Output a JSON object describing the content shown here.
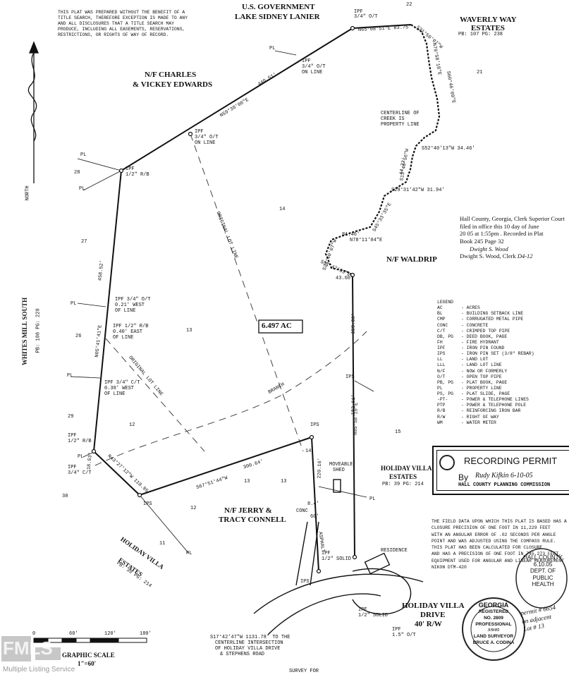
{
  "disclaimer": [
    "THIS PLAT WAS PREPARED WITHOUT THE BENEFIT OF A",
    "TITLE SEARCH, THEREFORE EXCEPTION IS MADE TO ANY",
    "AND ALL DISCLOSURES THAT A TITLE SEARCH MAY",
    "PRODUCE, INCLUDING ALL EASEMENTS, RESERVATIONS,",
    "RESTRICTIONS, OR RIGHTS OF WAY OF RECORD."
  ],
  "labels": {
    "us_gov": "U.S. GOVERNMENT",
    "lake": "LAKE SIDNEY LANIER",
    "edwards1": "N/F CHARLES",
    "edwards2": "& VICKEY EDWARDS",
    "waverly1": "WAVERLY WAY",
    "waverly2": "ESTATES",
    "waverly_pb": "PB: 107 PG: 238",
    "whites": "WHITES MILL SOUTH",
    "whites_pb": "PB: 108 PG: 220",
    "waldrip": "N/F WALDRIP",
    "area": "6.497 AC",
    "connell1": "N/F JERRY &",
    "connell2": "TRACY CONNELL",
    "hv_estates1": "HOLIDAY VILLA",
    "hv_estates2": "ESTATES",
    "hv_estates_pb": "PB: 39 PG: 214",
    "hv_left1": "HOLIDAY VILLA",
    "hv_left2": "ESTATES",
    "hv_left_pb": "PB: 39 PG: 214",
    "hv_drive1": "HOLIDAY VILLA",
    "hv_drive2": "DRIVE",
    "hv_drive3": "40' R/W",
    "centerline1": "CENTERLINE OF",
    "centerline2": "CREEK IS",
    "centerline3": "PROPERTY LINE",
    "original_lot_line": "ORIGINAL LOT LINE",
    "branch": "BRANCH",
    "moveable_shed1": "MOVEABLE",
    "moveable_shed2": "SHED",
    "residence": "RESIDENCE",
    "conc": "CONC",
    "asphalt": "ASPHALT",
    "intersection1": "S17°42'47\"W 1131.78' TO THE",
    "intersection2": "CENTERLINE INTERSECTION",
    "intersection3": "OF HOLIDAY VILLA DRIVE",
    "intersection4": "& STEPHENS ROAD",
    "survey_for": "SURVEY FOR",
    "north": "NORTH"
  },
  "bearings": {
    "north_line": "N59°30'00\"E",
    "north_dist": "440.51'",
    "top_line": "N65°08'51\"E 83.75'",
    "west_line": "N05°41'41\"E",
    "west_dist": "458.52'",
    "sw_line": "N43°27'12\"W 118.95'",
    "sw_short": "18.53'",
    "south_line": "S67°51'44\"W",
    "south_dist": "300.64'",
    "inner": "220.16'",
    "east1": "S29°31'42\"W 31.94'",
    "east2": "S52°40'13\"W 34.46'",
    "east3": "S13°40'56\"W",
    "east3_dist": "44.72'",
    "east4": "N78°11'04\"E",
    "east4_dist": "81.46'",
    "east_main": "N05°58'19\"E",
    "east_main_dist": "150.00'",
    "east_main2": "182.61'",
    "s24": "S24°40'07\"W",
    "s51": "S51°47'53\"E",
    "s51_dist": "43.60'",
    "n79": "N79°58'18\"E",
    "s60": "S60°46'09\"E",
    "s31": "S31°50'07\"W",
    "s45": "S45°33'35\"E",
    "conc_dims": "8.4'",
    "conc_dims2": "60'"
  },
  "iron_pins": {
    "ipf_top": "IPF",
    "ipf_top2": "3/4\" O/T",
    "ipf_online1": "IPF",
    "ipf_online2": "3/4\" O/T",
    "ipf_online3": "ON LINE",
    "ipf_mid1": "IPF",
    "ipf_mid2": "3/4\" O/T",
    "ipf_mid3": "ON LINE",
    "ipf_rb1": "IPF",
    "ipf_rb2": "1/2\" R/B",
    "ipf_w1": "IPF 3/4\" O/T",
    "ipf_w2": "0.21' WEST",
    "ipf_w3": "OF LINE",
    "ipf_e1": "IPF 1/2\" R/B",
    "ipf_e2": "0.40' EAST",
    "ipf_e3": "OF LINE",
    "ipf_c1": "IPF 3/4\" C/T",
    "ipf_c2": "0.38' WEST",
    "ipf_c3": "OF LINE",
    "ipf_sw1": "IPF",
    "ipf_sw2": "1/2\" R/B",
    "ipf_sw3": "IPF",
    "ipf_sw4": "3/4\" C/T",
    "ips": "IPS",
    "ipf_solid1": "IPF",
    "ipf_solid2": "1/2\" SOLID",
    "ipf_solid3": "IPF",
    "ipf_solid4": "1/2\" SOLID",
    "ipf_bottom1": "IPF",
    "ipf_bottom2": "1.5\" O/T"
  },
  "lot_numbers": [
    "22",
    "21",
    "28",
    "27",
    "26",
    "29",
    "30",
    "14",
    "13",
    "12",
    "13",
    "12",
    "11",
    "14",
    "13",
    "15"
  ],
  "pl": "PL",
  "recorder": {
    "line1": "Hall County, Georgia, Clerk Superior Court",
    "line2": "filed in office this  10  day of  June",
    "line3": "20 05  at  1:55pm . Recorded in Plat",
    "line4": "Book  245  Page  32",
    "sig": "Dwight S. Wood",
    "line5": "Dwight S. Wood, Clerk",
    "extra": "D4-12"
  },
  "legend": {
    "title": "LEGEND",
    "items": [
      [
        "AC",
        "- ACRES"
      ],
      [
        "BL",
        "- BUILDING SETBACK LINE"
      ],
      [
        "CMP",
        "- CORRUGATED METAL PIPE"
      ],
      [
        "CONC",
        "- CONCRETE"
      ],
      [
        "C/T",
        "- CRIMPED TOP PIPE"
      ],
      [
        "DB, PG",
        "- DEED BOOK, PAGE"
      ],
      [
        "FH",
        "- FIRE HYDRANT"
      ],
      [
        "IPF",
        "- IRON PIN FOUND"
      ],
      [
        "IPS",
        "- IRON PIN SET (3/8\" REBAR)"
      ],
      [
        "LL",
        "- LAND LOT"
      ],
      [
        "LLL",
        "- LAND LOT LINE"
      ],
      [
        "N/F",
        "- NOW OR FORMERLY"
      ],
      [
        "O/T",
        "- OPEN TOP PIPE"
      ],
      [
        "PB, PG",
        "- PLAT BOOK, PAGE"
      ],
      [
        "PL",
        "- PROPERTY LINE"
      ],
      [
        "PS, PG",
        "- PLAT SLIDE, PAGE"
      ],
      [
        "-PT-",
        "- POWER & TELEPHONE LINES"
      ],
      [
        "PTP",
        "- POWER & TELEPHONE POLE"
      ],
      [
        "R/B",
        "- REINFORCING IRON BAR"
      ],
      [
        "R/W",
        "- RIGHT OF WAY"
      ],
      [
        "WM",
        "- WATER METER"
      ]
    ]
  },
  "permit": {
    "title": "RECORDING PERMIT",
    "by": "By",
    "sig": "Rudy Kifkin  6-10-05",
    "commission": "HALL COUNTY PLANNING COMMISSION"
  },
  "notes": [
    "THE FIELD DATA UPON WHICH THIS PLAT IS BASED HAS A",
    "CLOSURE PRECISION OF ONE FOOT IN  11,229  FEET",
    "WITH AN ANGULAR ERROR OF  .02  SECONDS PER ANGLE",
    "POINT AND WAS ADJUSTED USING THE COMPASS RULE.",
    "THIS PLAT HAS BEEN CALCULATED FOR CLOSURE",
    "AND HAS A PRECISION OF ONE FOOT IN  745,273  FEET.",
    "EQUIPMENT USED FOR ANGULAR AND LINEAR MEASUREMENT",
    "NIKON DTM-420"
  ],
  "health_stamp": [
    "HALL COUNTY",
    "6.10.05",
    "DEPT. OF",
    "PUBLIC",
    "HEALTH"
  ],
  "health_note": [
    "permit # 6654",
    "on adjacent",
    "Lot # 13"
  ],
  "surveyor_seal": {
    "top": "GEORGIA",
    "reg": "REGISTERED",
    "no": "NO. 2809",
    "prof": "PROFESSIONAL",
    "date": "3/9/05",
    "land": "LAND SURVEYOR",
    "name": "BRUCE A. CODINA"
  },
  "scale": {
    "ticks": [
      "0",
      "60'",
      "120'",
      "180'"
    ],
    "label1": "GRAPHIC SCALE",
    "label2": "1\"=60'"
  },
  "watermark": {
    "logo": "FMLS",
    "text": "Multiple Listing Service"
  },
  "colors": {
    "ink": "#111111",
    "dim": "#555555",
    "paper": "#ffffff"
  }
}
